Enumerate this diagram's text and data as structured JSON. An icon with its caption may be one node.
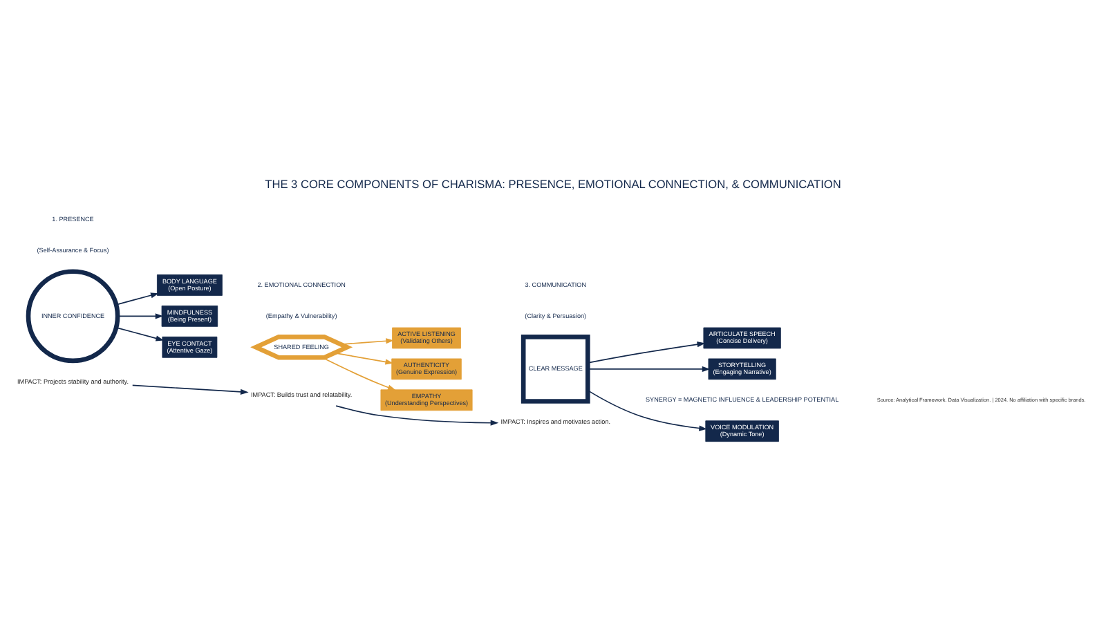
{
  "diagram": {
    "title": "THE 3 CORE COMPONENTS OF CHARISMA: PRESENCE, EMOTIONAL CONNECTION, & COMMUNICATION",
    "caption": "Source: Analytical Framework. Data Visualization. | 2024. No affiliation with specific brands.",
    "nodes": [
      {
        "text": [
          "INNER CONFIDENCE"
        ]
      },
      {
        "text": [
          "BODY LANGUAGE",
          "(Open Posture)"
        ]
      },
      {
        "text": [
          "EYE CONTACT",
          "(Attentive Gaze)"
        ]
      },
      {
        "text": [
          "MINDFULNESS",
          "(Being Present)"
        ]
      },
      {
        "text": [
          "SHARED FEELING"
        ]
      },
      {
        "text": [
          "ACTIVE LISTENING",
          "(Validating Others)"
        ]
      },
      {
        "text": [
          "AUTHENTICITY",
          "(Genuine Expression)"
        ]
      },
      {
        "text": [
          "EMPATHY",
          "(Understanding Perspectives)"
        ]
      },
      {
        "text": [
          "CLEAR MESSAGE"
        ]
      },
      {
        "text": [
          "ARTICULATE SPEECH",
          "(Concise Delivery)"
        ]
      },
      {
        "text": [
          "STORYTELLING",
          "(Engaging Narrative)"
        ]
      },
      {
        "text": [
          "VOICE MODULATION",
          "(Dynamic Tone)"
        ]
      },
      {
        "text": [
          "IMPACT: Projects stability and authority."
        ]
      },
      {
        "text": [
          "IMPACT: Builds trust and relatability."
        ]
      },
      {
        "text": [
          "IMPACT: Inspires and motivates action."
        ]
      }
    ],
    "edges": [
      {
        "from": 0,
        "to": 1,
        "arrow": "to"
      },
      {
        "from": 0,
        "to": 2,
        "arrow": "to"
      },
      {
        "from": 0,
        "to": 3,
        "arrow": "to"
      },
      {
        "from": 4,
        "to": 5,
        "arrow": "to",
        "color": "#e3a037"
      },
      {
        "from": 4,
        "to": 6,
        "arrow": "to",
        "color": "#e3a037"
      },
      {
        "from": 4,
        "to": 7,
        "arrow": "to",
        "color": "#e3a037"
      },
      {
        "from": 8,
        "to": 9,
        "arrow": "to"
      },
      {
        "from": 8,
        "to": 10,
        "arrow": "to"
      },
      {
        "from": 8,
        "to": 11,
        "arrow": "to"
      },
      {
        "from": 12,
        "to": 13,
        "arrow": "to"
      },
      {
        "from": 13,
        "to": 14,
        "arrow": "to"
      }
    ],
    "labels": [
      "1. PRESENCE",
      "(Self-Assurance & Focus)",
      "2. EMOTIONAL CONNECTION",
      "(Empathy & Vulnerability)",
      "3. COMMUNICATION",
      "(Clarity & Persuasion)",
      "SYNERGY = MAGNETIC INFLUENCE & LEADERSHIP POTENTIAL"
    ]
  }
}
